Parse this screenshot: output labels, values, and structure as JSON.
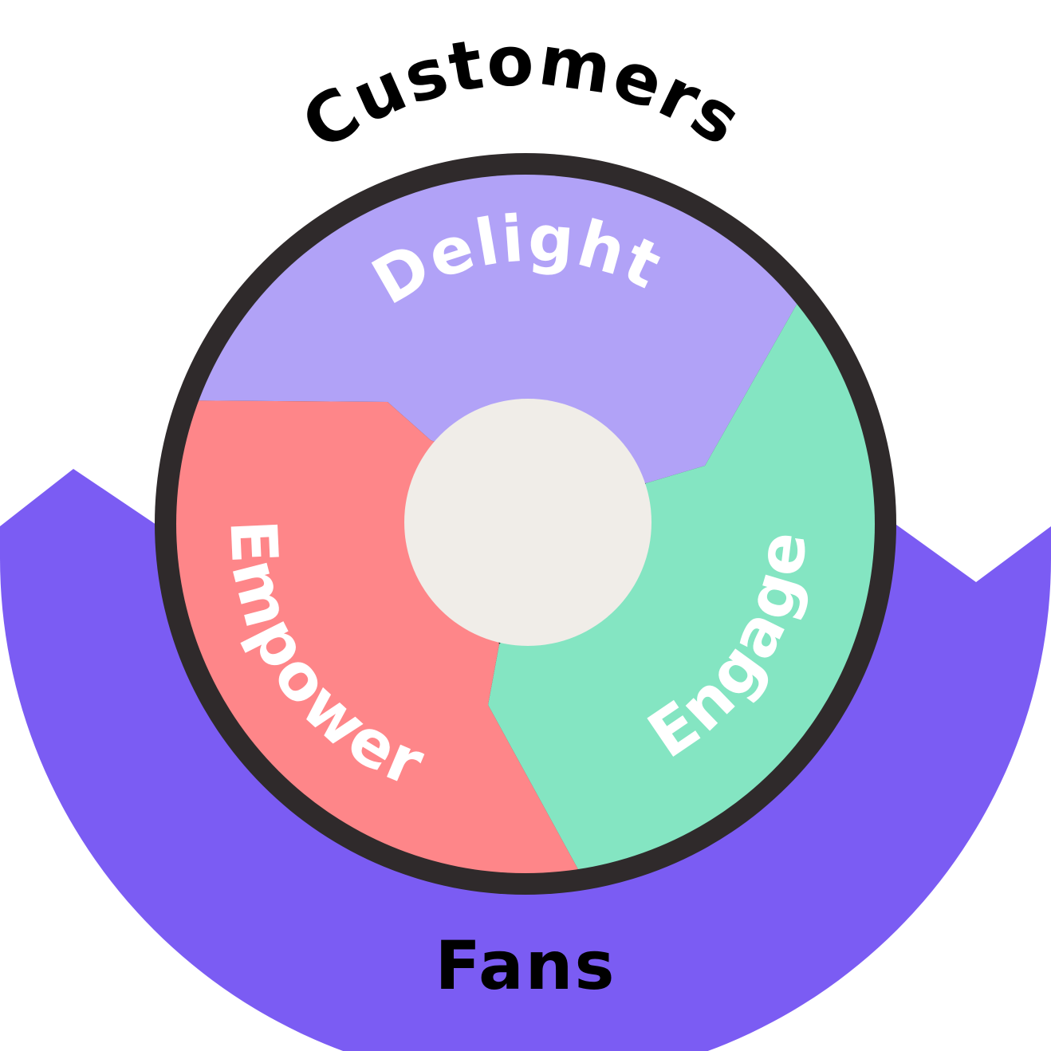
{
  "diagram": {
    "outer_top_label": "Customers",
    "outer_bottom_label": "Fans",
    "segments": [
      {
        "id": "delight",
        "label": "Delight",
        "color": "#b1a2f7"
      },
      {
        "id": "engage",
        "label": "Engage",
        "color": "#84e5c2"
      },
      {
        "id": "empower",
        "label": "Empower",
        "color": "#fe8689"
      }
    ],
    "colors": {
      "fan_band": "#7b5cf3",
      "ring_border": "#2f2a2b",
      "hub": "#f0ede8",
      "segment_text": "#ffffff",
      "outer_text": "#000000"
    }
  }
}
